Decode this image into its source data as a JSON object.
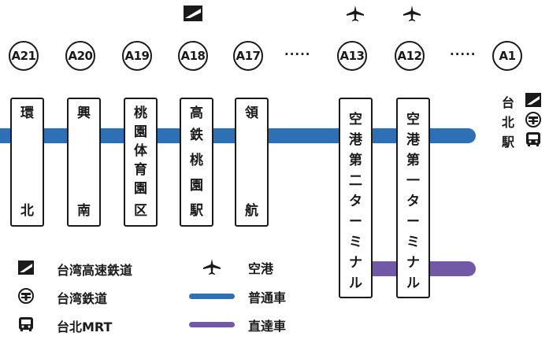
{
  "stations": [
    {
      "code": "A21",
      "name": "環北",
      "top": "環",
      "bottom": "北"
    },
    {
      "code": "A20",
      "name": "興南",
      "top": "興",
      "bottom": "南"
    },
    {
      "code": "A19",
      "name": "桃園体育園区",
      "chars": [
        "桃",
        "園",
        "体",
        "育",
        "園",
        "区"
      ]
    },
    {
      "code": "A18",
      "name": "高鉄桃園駅",
      "chars": [
        "高",
        "鉄",
        "桃",
        "園",
        "駅"
      ]
    },
    {
      "code": "A17",
      "name": "領航",
      "top": "領",
      "bottom": "航"
    },
    {
      "code": "A13",
      "name": "空港第二ターミナル",
      "chars": [
        "空",
        "港",
        "第",
        "二",
        "タ",
        "ー",
        "ミ",
        "ナ",
        "ル"
      ]
    },
    {
      "code": "A12",
      "name": "空港第一ターミナル",
      "chars": [
        "空",
        "港",
        "第",
        "一",
        "タ",
        "ー",
        "ミ",
        "ナ",
        "ル"
      ]
    },
    {
      "code": "A1",
      "name": "台北駅",
      "chars": [
        "台",
        "北",
        "駅"
      ]
    }
  ],
  "ellipsis": "·····",
  "legend": [
    {
      "icon": "hsr-icon",
      "label": "台湾高速鉄道"
    },
    {
      "icon": "tra-icon",
      "label": "台湾鉄道"
    },
    {
      "icon": "mrt-icon",
      "label": "台北MRT"
    },
    {
      "icon": "airplane-icon",
      "label": "空港"
    },
    {
      "line": "blue",
      "label": "普通車"
    },
    {
      "line": "purple",
      "label": "直達車"
    }
  ],
  "colors": {
    "commuter": "#2e70b5",
    "express": "#7159a8"
  }
}
